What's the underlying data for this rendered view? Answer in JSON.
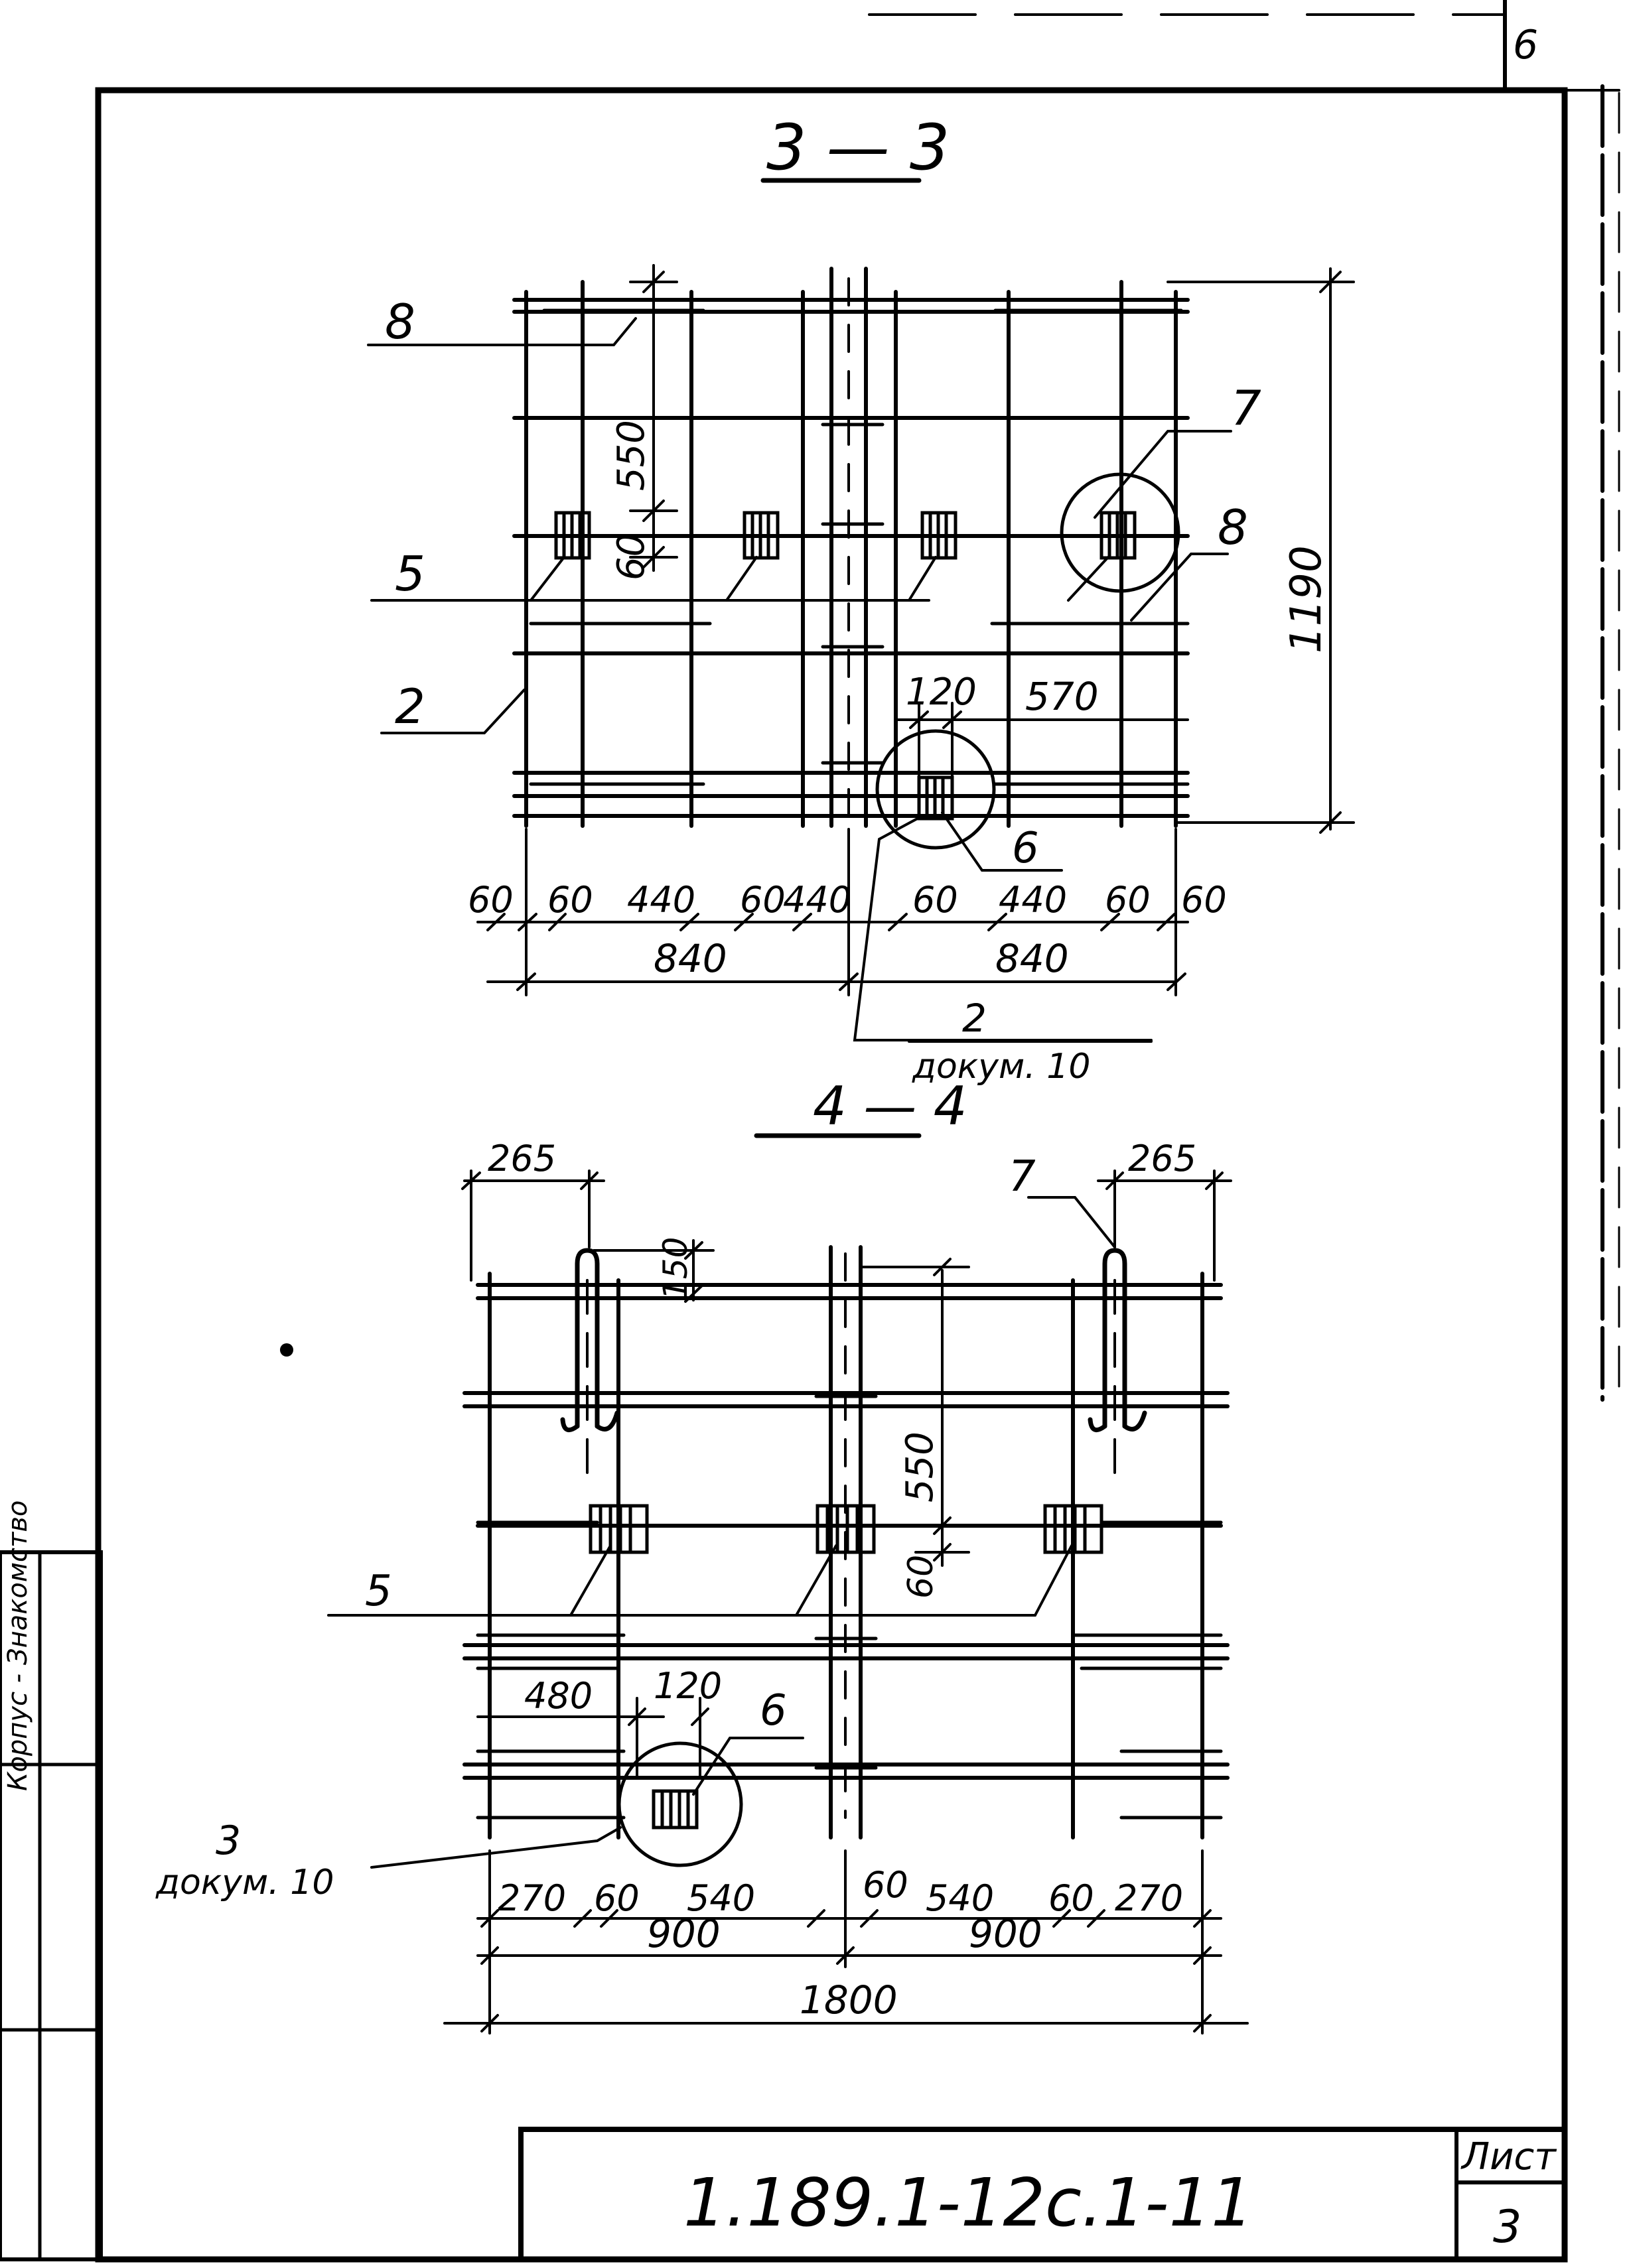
{
  "corner_number": "6",
  "section_3_3": {
    "title": "3 — 3",
    "callouts": {
      "a": "8",
      "b": "7",
      "c": "8",
      "d": "5",
      "e": "2",
      "f": "6"
    },
    "dims": {
      "v550": "550",
      "v60": "60",
      "total_height": "1190",
      "d120": "120",
      "d570": "570",
      "bottom_row": [
        "60",
        "60",
        "440",
        "60",
        "440",
        "60",
        "440",
        "60",
        "60"
      ],
      "half_left": "840",
      "half_right": "840"
    },
    "ref_number": "2",
    "ref_doc": "докум. 10"
  },
  "section_4_4": {
    "title": "4 — 4",
    "callouts": {
      "a": "7",
      "b": "5",
      "c": "6"
    },
    "dims": {
      "top_left": "265",
      "top_right": "265",
      "v150": "150",
      "v550": "550",
      "v60": "60",
      "d480": "480",
      "d120": "120",
      "bottom_row": [
        "270",
        "60",
        "540",
        "60",
        "540",
        "60",
        "270"
      ],
      "half_left": "900",
      "half_right": "900",
      "total": "1800"
    },
    "ref_number": "3",
    "ref_doc": "докум. 10"
  },
  "title_block": {
    "designation": "1.189.1-12с.1-11",
    "sheet_label": "Лист",
    "sheet_number": "3"
  },
  "left_stamp": "Корпус - Знакомство"
}
